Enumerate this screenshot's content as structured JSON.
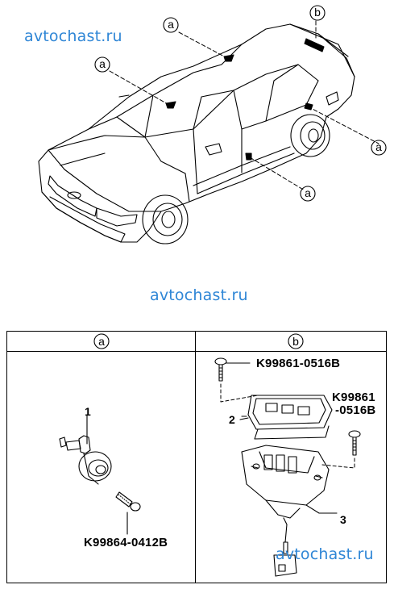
{
  "watermarks": [
    "avtochast.ru",
    "avtochast.ru",
    "avtochast.ru"
  ],
  "callouts": {
    "a1": "a",
    "a2": "a",
    "a3": "a",
    "a4": "a",
    "b1": "b"
  },
  "table": {
    "col_a": "a",
    "col_b": "b"
  },
  "parts": {
    "p1_num": "1",
    "p2_num": "2",
    "p3_num": "3",
    "bolt_a": "K99864-0412B",
    "bolt_b_top": "K99861-0516B",
    "bolt_b_right_line1": "K99861",
    "bolt_b_right_line2": "-0516B"
  }
}
